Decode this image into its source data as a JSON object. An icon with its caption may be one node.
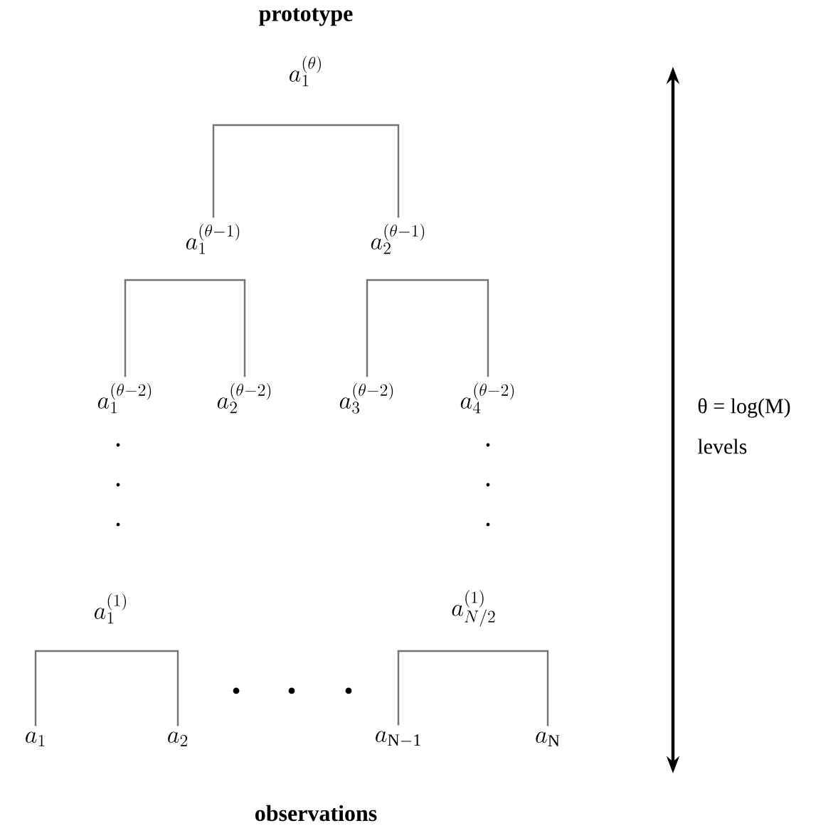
{
  "diagram": {
    "nodes": [
      {
        "text": [
          "a_1^{(\\theta)}"
        ]
      },
      {
        "text": [
          "a_1^{(\\theta-1)}"
        ]
      },
      {
        "text": [
          "a_2^{(\\theta-1)}"
        ]
      },
      {
        "text": [
          "a_1^{(\\theta-2)}"
        ]
      },
      {
        "text": [
          "a_2^{(\\theta-2)}"
        ]
      },
      {
        "text": [
          "a_3^{(\\theta-2)}"
        ]
      },
      {
        "text": [
          "a_4^{(\\theta-2)}"
        ]
      },
      {
        "text": [
          "a_1^{(1)}"
        ]
      },
      {
        "text": [
          "a_{N/2}^{(1)}"
        ]
      },
      {
        "text": [
          "a_1"
        ]
      },
      {
        "text": [
          "a_2"
        ]
      },
      {
        "text": [
          "a_{\\mathrm{N-1}}"
        ]
      },
      {
        "text": [
          "a_{\\mathrm{N}}"
        ]
      }
    ],
    "edges": [
      {
        "from": 0,
        "to": 1,
        "arrow": "none"
      },
      {
        "from": 0,
        "to": 2,
        "arrow": "none"
      },
      {
        "from": 1,
        "to": 3,
        "arrow": "none"
      },
      {
        "from": 1,
        "to": 4,
        "arrow": "none"
      },
      {
        "from": 2,
        "to": 5,
        "arrow": "none"
      },
      {
        "from": 2,
        "to": 6,
        "arrow": "none"
      },
      {
        "from": 7,
        "to": 9,
        "arrow": "none"
      },
      {
        "from": 7,
        "to": 10,
        "arrow": "none"
      },
      {
        "from": 8,
        "to": 11,
        "arrow": "none"
      },
      {
        "from": 8,
        "to": 12,
        "arrow": "none"
      }
    ],
    "labels": [
      "prototype",
      "θ = log(M)",
      "levels",
      "observations"
    ]
  }
}
